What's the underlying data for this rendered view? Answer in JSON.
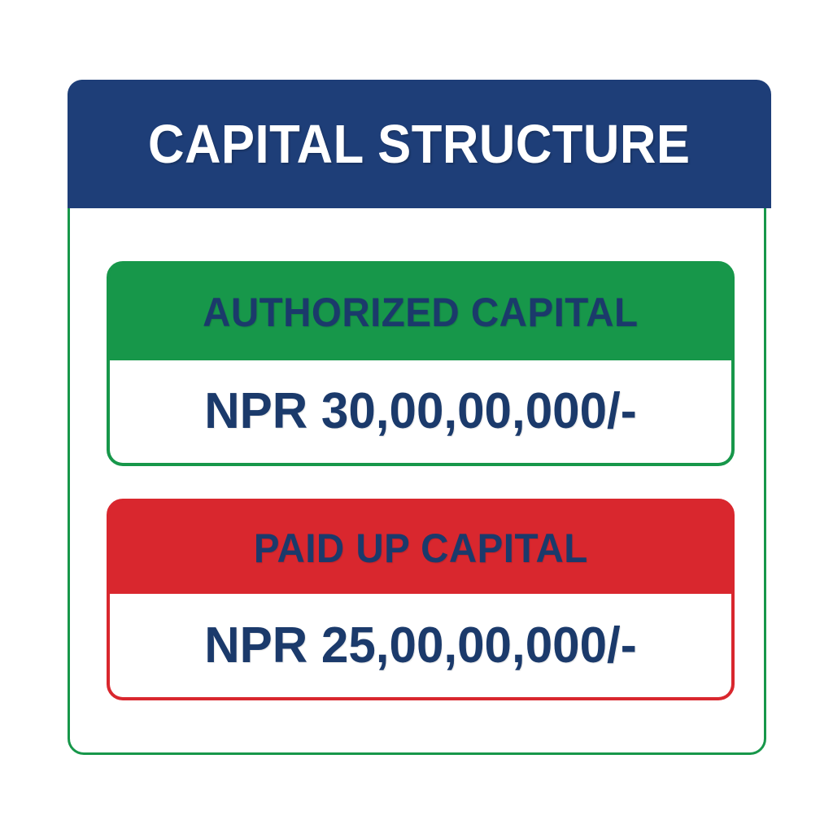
{
  "card": {
    "title": "CAPITAL STRUCTURE",
    "border_color": "#17974A",
    "header_bg": "#1E3E78",
    "header_text_color": "#FFFFFF"
  },
  "metrics": [
    {
      "label": "AUTHORIZED CAPITAL",
      "value": "NPR 30,00,00,000/-",
      "currency": "NPR",
      "amount": "30,00,00,000",
      "suffix": "/-",
      "accent_color": "#17974A",
      "label_text_color": "#1B3A6B",
      "value_text_color": "#1B3A6B",
      "value_bg": "#FFFFFF"
    },
    {
      "label": "PAID UP CAPITAL",
      "value": "NPR 25,00,00,000/-",
      "currency": "NPR",
      "amount": "25,00,00,000",
      "suffix": "/-",
      "accent_color": "#D9272E",
      "label_text_color": "#1B3A6B",
      "value_text_color": "#1B3A6B",
      "value_bg": "#FFFFFF"
    }
  ]
}
